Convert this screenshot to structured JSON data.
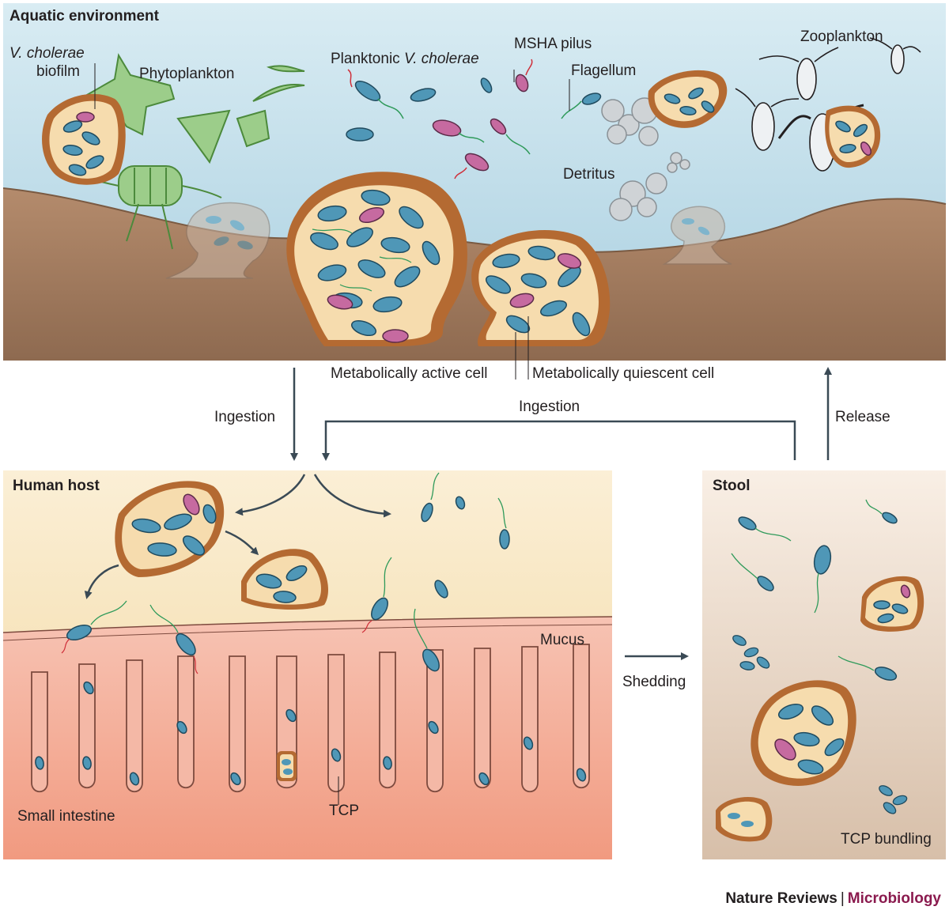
{
  "panels": {
    "aquatic_title": "Aquatic environment",
    "host_title": "Human host",
    "stool_title": "Stool"
  },
  "labels": {
    "biofilm_species": "V. cholerae",
    "biofilm_word": "biofilm",
    "phytoplankton": "Phytoplankton",
    "planktonic_prefix": "Planktonic ",
    "planktonic_species": "V. cholerae",
    "msha_pilus": "MSHA pilus",
    "flagellum": "Flagellum",
    "zooplankton": "Zooplankton",
    "detritus": "Detritus",
    "active_cell": "Metabolically active cell",
    "quiescent_cell": "Metabolically quiescent cell",
    "mucus": "Mucus",
    "small_intestine": "Small intestine",
    "tcp": "TCP",
    "tcp_bundling": "TCP bundling"
  },
  "arrows": {
    "ingestion_down": "Ingestion",
    "ingestion_loop": "Ingestion",
    "release": "Release",
    "shedding": "Shedding"
  },
  "footer": {
    "journal": "Nature Reviews",
    "separator": "|",
    "subject": "Microbiology"
  },
  "colors": {
    "water_top": "#d9ecf3",
    "water_bottom": "#aacfe0",
    "sediment": "#a27a5c",
    "cell_active": "#4f97b7",
    "cell_quiescent": "#c66aa0",
    "biofilm_matrix": "#f6dcae",
    "biofilm_rim": "#b46a32",
    "phytoplankton": "#9ccd8a",
    "flagellum": "#2f9a5a",
    "pilus": "#cf2f3a",
    "host_mucus": "#f3dba8",
    "intestine": "#f2a48c",
    "stool": "#ead9c8",
    "arrow": "#3a4a55",
    "subject_accent": "#8a1a4e"
  }
}
